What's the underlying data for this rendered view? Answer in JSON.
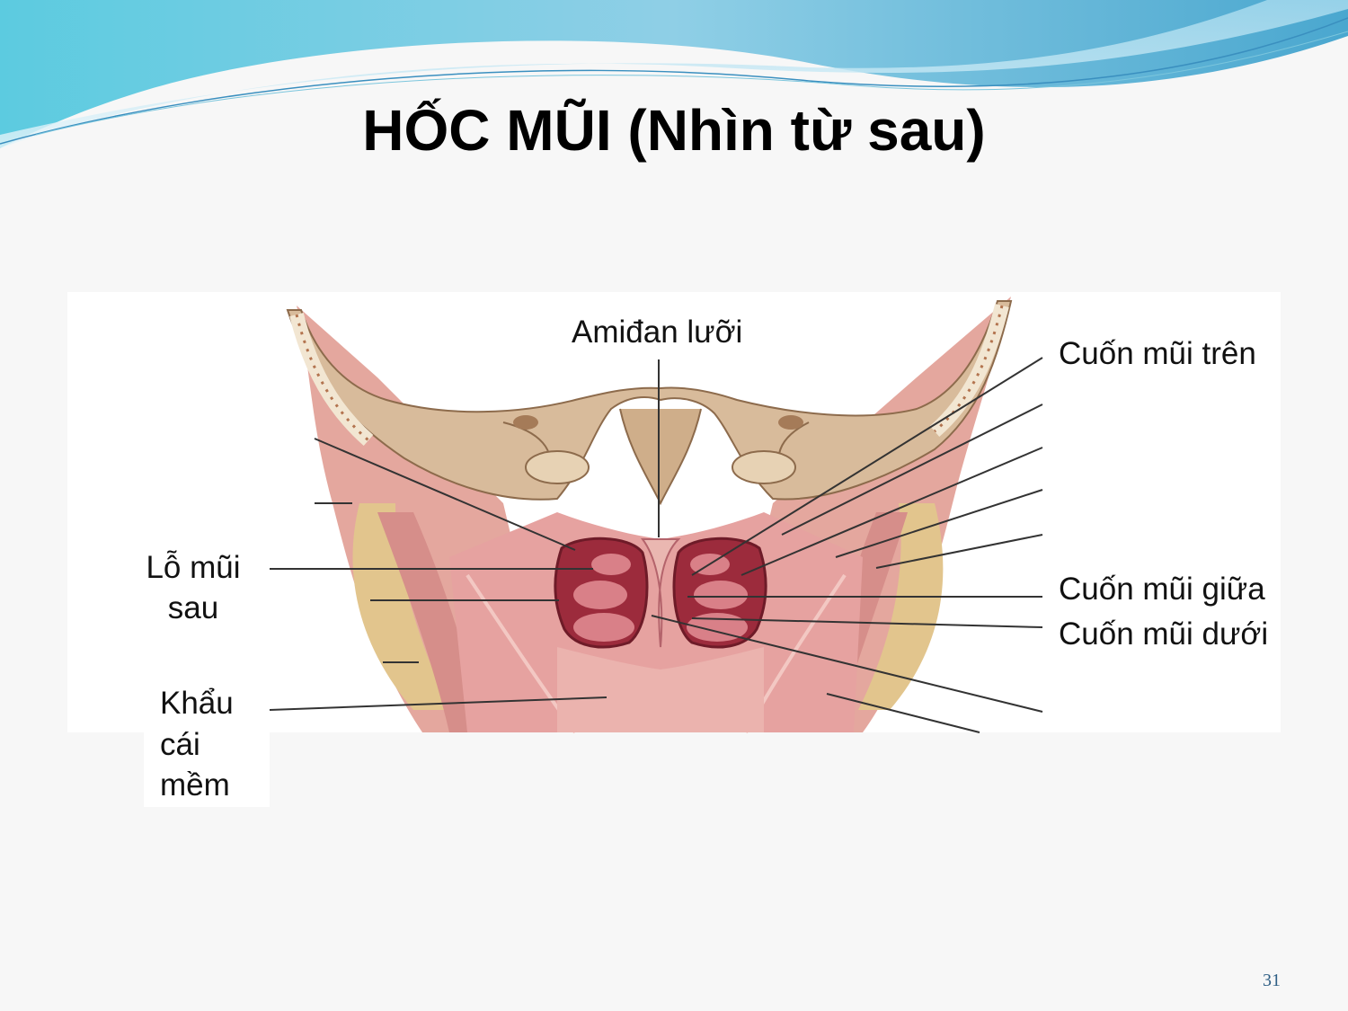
{
  "slide": {
    "title": "HỐC MŨI (Nhìn từ sau)",
    "page_number": "31"
  },
  "figure": {
    "labels": {
      "lingual_tonsil": "Amiđan lưỡi",
      "superior_concha": "Cuốn mũi trên",
      "choana_line1": "Lỗ mũi",
      "choana_line2": "sau",
      "middle_concha": "Cuốn mũi giữa",
      "inferior_concha": "Cuốn mũi dưới",
      "soft_palate_line1": "Khẩu",
      "soft_palate_line2": "cái",
      "soft_palate_line3": "mềm"
    }
  },
  "colors": {
    "header_wave_light": "#bfe6f2",
    "header_wave_mid": "#7ec9e3",
    "header_wave_dark": "#4aa7cf",
    "bone": "#d7b99a",
    "mucosa": "#e6a2a0",
    "cavity": "#9c2b3c",
    "page_number": "#2f5f85"
  }
}
